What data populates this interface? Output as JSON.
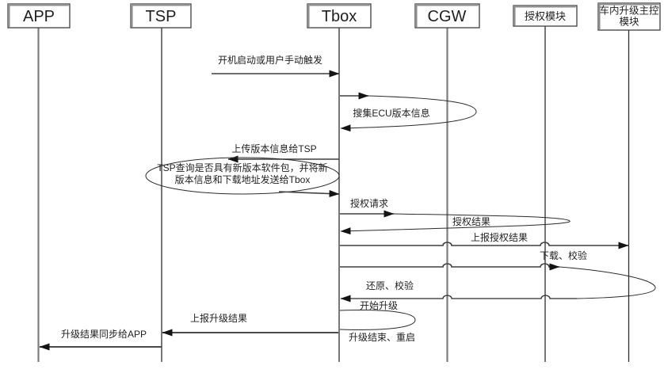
{
  "diagram": {
    "type": "sequence-diagram",
    "participants": [
      {
        "id": "app",
        "label": "APP"
      },
      {
        "id": "tsp",
        "label": "TSP"
      },
      {
        "id": "tbox",
        "label": "Tbox"
      },
      {
        "id": "cgw",
        "label": "CGW"
      },
      {
        "id": "auth",
        "label": "授权模块"
      },
      {
        "id": "ivmaster",
        "label": "车内升级主控模块",
        "lines": [
          "车内升级主控",
          "模块"
        ]
      }
    ],
    "messages": {
      "boot_trigger": {
        "label": "开机启动或用户手动触发",
        "from": "TSP",
        "to": "Tbox"
      },
      "collect_ecu": {
        "label": "搜集ECU版本信息",
        "from": "Tbox",
        "to": "Tbox"
      },
      "upload_version": {
        "label": "上传版本信息给TSP",
        "from": "Tbox",
        "to": "TSP"
      },
      "tsp_query": {
        "label": "TSP查询是否具有新版本软件包，并将新版本信息和下载地址发送给Tbox",
        "lines": [
          "TSP查询是否具有新版本软件包，并将新",
          "版本信息和下载地址发送给Tbox"
        ],
        "from": "TSP",
        "to": "Tbox"
      },
      "auth_request": {
        "label": "授权请求",
        "from": "Tbox",
        "to": "授权模块"
      },
      "auth_result": {
        "label": "授权结果",
        "from": "授权模块",
        "to": "Tbox"
      },
      "report_auth_result": {
        "label": "上报授权结果",
        "from": "Tbox",
        "to": "车内升级主控模块"
      },
      "download_verify": {
        "label": "下载、校验",
        "from": "Tbox",
        "to": "车内升级主控模块"
      },
      "restore_verify": {
        "label": "还原、校验",
        "from": "车内升级主控模块",
        "to": "Tbox"
      },
      "start_upgrade": {
        "label": "开始升级",
        "from": "Tbox",
        "to": "Tbox"
      },
      "upgrade_done_reboot": {
        "label": "升级结束、重启",
        "from": "Tbox",
        "to": "Tbox"
      },
      "report_upgrade": {
        "label": "上报升级结果",
        "from": "Tbox",
        "to": "TSP"
      },
      "sync_result_app": {
        "label": "升级结果同步给APP",
        "from": "TSP",
        "to": "APP"
      }
    },
    "colors": {
      "background": "#ffffff",
      "line": "#3f3f3f",
      "arrowhead": "#141414",
      "text": "#1f1f1f",
      "lifeline_gray": "#7d7d7d",
      "box_highlight": "#8f8f8f"
    }
  }
}
